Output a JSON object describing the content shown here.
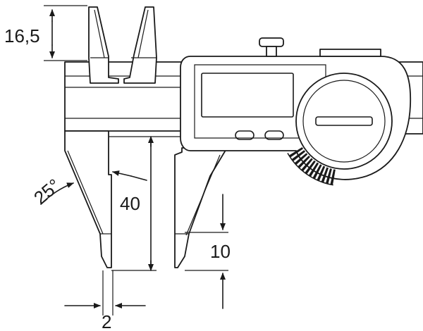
{
  "dimensions": {
    "upper_jaw_length": "16,5",
    "jaw_angle": "25°",
    "jaw_depth": "40",
    "lower_jaw_length": "10",
    "tip_width": "2"
  },
  "display": {
    "buttons": 2
  }
}
